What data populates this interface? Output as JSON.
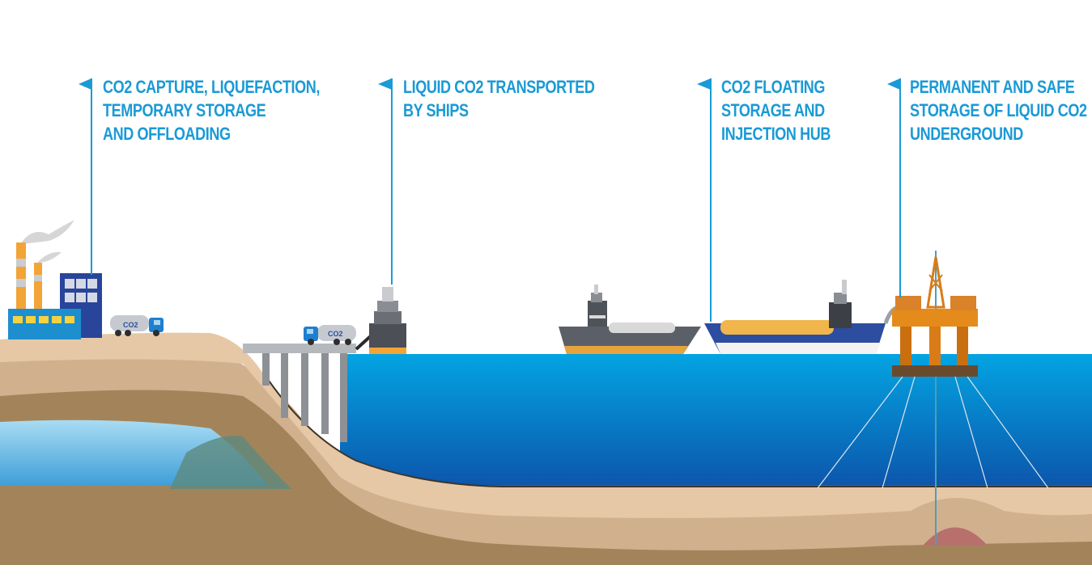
{
  "stages": [
    {
      "id": "capture",
      "lines": [
        "CO2 CAPTURE, LIQUEFACTION,",
        "TEMPORARY STORAGE",
        "AND OFFLOADING"
      ]
    },
    {
      "id": "transport",
      "lines": [
        "LIQUID CO2 TRANSPORTED",
        "BY SHIPS"
      ]
    },
    {
      "id": "hub",
      "lines": [
        "CO2 FLOATING",
        "STORAGE AND",
        "INJECTION HUB"
      ]
    },
    {
      "id": "storage",
      "lines": [
        "PERMANENT AND SAFE",
        "STORAGE OF LIQUID CO2",
        "UNDERGROUND"
      ]
    }
  ],
  "truck_labels": [
    "CO2",
    "CO2"
  ],
  "colors": {
    "accent": "#1a9ad6",
    "sea_top": "#03a4e2",
    "sea_bottom": "#0d4ea6",
    "sand_light": "#e6c8a7",
    "sand_mid": "#d1b08e",
    "soil": "#a3845a",
    "bedrock": "#665946",
    "platform": "#e58b1c"
  }
}
